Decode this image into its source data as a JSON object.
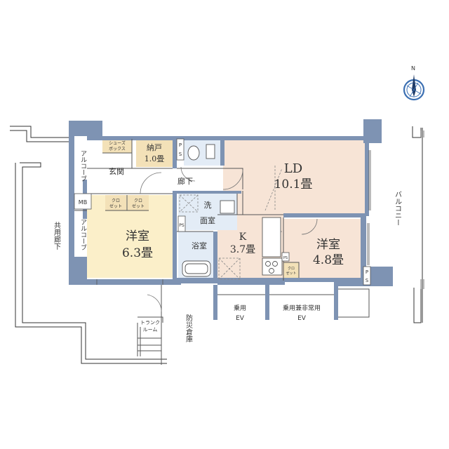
{
  "colors": {
    "wall": "#7e93b3",
    "wall_dark": "#6f86a8",
    "ld_floor": "#f7e4d6",
    "western_floor": "#fbefc9",
    "storage_floor": "#f3e1b8",
    "bath_floor": "#e3ecf6",
    "outline": "#333333",
    "compass_blue": "#3b6fb2"
  },
  "compass": {
    "label": "N",
    "icon": "north-compass-icon"
  },
  "rooms": {
    "ld": {
      "name": "LD",
      "size": "10.1畳"
    },
    "kitchen": {
      "name": "K",
      "size": "3.7畳"
    },
    "western_left": {
      "name": "洋室",
      "size": "6.3畳"
    },
    "western_right": {
      "name": "洋室",
      "size": "4.8畳"
    },
    "storage": {
      "name": "納戸",
      "size": "1.0畳"
    },
    "entrance": "玄関",
    "hallway": "廊下",
    "washroom_1": "洗",
    "washroom_2": "面室",
    "bathroom": "浴室",
    "shoes_box_1": "シューズ",
    "shoes_box_2": "ボックス",
    "closet_1": "クロ",
    "closet_2": "ゼット",
    "mb": "MB",
    "ps": "PS",
    "p_letter": "P",
    "s_letter": "S"
  },
  "labels": {
    "alcove_top": "アルコーブ",
    "alcove_bottom": "アルコーブ",
    "common_corridor": "共用廊下",
    "balcony": "バルコニー",
    "passenger_ev_1": "乗用",
    "passenger_ev_2": "EV",
    "emergency_ev_1": "乗用兼非常用",
    "emergency_ev_2": "EV",
    "trunk_room_1": "トランク",
    "trunk_room_2": "ルーム",
    "disaster_storage": "防災倉庫"
  }
}
